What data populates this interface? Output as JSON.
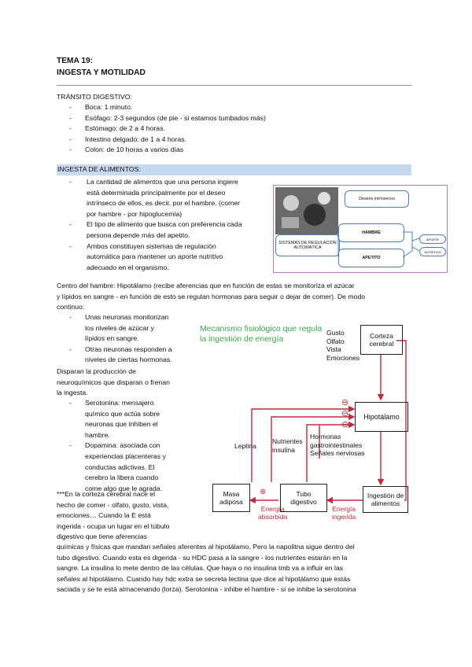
{
  "header": {
    "title_line1": "TEMA 19:",
    "title_line2": "INGESTA Y MOTILIDAD"
  },
  "transito": {
    "heading": "TRÁNSITO DIGESTIVO:",
    "items": [
      "Boca: 1 minuto.",
      "Esófago: 2-3 segundos (de pie - si estamos tumbados más)",
      "Estómago: de 2 a 4 horas.",
      "Intestino delgado: de 1 a 4 horas.",
      "Colon: de 10 horas a varios días"
    ]
  },
  "ingesta": {
    "heading": "INGESTA DE ALIMENTOS:",
    "bullet1": [
      "La cantidad de alimentos que una persona ingiere",
      "está determinada principalmente por el deseo",
      "intrínseco de ellos, es decir, por el hambre. (comer",
      "por hambre - por hipoglucemia)"
    ],
    "bullet2": [
      "El tipo de alimento que busca con preferencia cada",
      "persona depende más del apetito."
    ],
    "bullet3": [
      "Ambos constituyen sistemas de regulación",
      "automática para mantener un aporte nutritivo",
      "adecuado en el organismo."
    ]
  },
  "fig1": {
    "deseos": "Deseos intrínsecos",
    "sistemas": "SISTEMAS DE REGULACIÓN AUTOMÁTICA",
    "hambre": "HAMBRE",
    "apetito": "APETITO",
    "aporte": "APORTE",
    "nutritivo": "NUTRITIVO"
  },
  "centro": {
    "line1": "Centro del hambre: Hipotálamo (recibe aferencias que en función de estas se monitoriza el azúcar",
    "line2": "y lípidos en sangre - en función de esto se regulan hormonas para seguir o dejar de comer). De modo",
    "line3": "continuo:",
    "b1": [
      "Unas neuronas monitorizan",
      "los niveles de azúcar y",
      "lípidos en sangre."
    ],
    "b2": [
      "Otras neuronas responden a",
      "niveles de ciertas hormonas."
    ],
    "disparan": [
      "Disparan la producción de",
      "neuroquímicos que disparan o frenan",
      "la ingesta."
    ],
    "b3": [
      "Serotonina: mensajero",
      "químico que actúa sobre",
      "neuronas que inhiben el",
      "hambre."
    ],
    "b4": [
      "Dopamina: asociada con",
      "experiencias placenteras y",
      "conductas adictivas. El",
      "cerebro la libera cuando",
      "come algo que le agrada."
    ],
    "nota": [
      "***En la corteza cerebral nace el",
      "hecho de comer - olfato, gusto, vista,",
      "emociones… Cuando la E está",
      "ingerida - ocupa un lugar en el túbulo",
      "digestivo que tiene aferencias"
    ]
  },
  "bottom": [
    "químicas y físicas que mandan señales aferentes al hipotálamo.  Pero la napolitna sigue dentro del",
    "tubo digestivo. Cuando esta es digerida - su HDC pasa a la sangre - los nutrientes estarán en la",
    "sangre. La insulina lo mete dentro de las células. Que haya o no insulina tmb va a influir en las",
    "señales al hipotálamo. Cuando hay hdc extra se secreta lectina que dice al hipotálamo que estás",
    "saciada y se te está almacenando (lorza). Serotonina - inhibe el hambre - si se inhibe la serotonina"
  ],
  "fig2": {
    "title1": "Mecanismo fisiológico que regula",
    "title2": "la ingestión de energía",
    "sensory": [
      "Gusto",
      "Olfato",
      "Vista",
      "Emociones"
    ],
    "corteza": [
      "Corteza",
      "cerebral"
    ],
    "hipotalamo": "Hipotálamo",
    "leptina": "Leptina",
    "nutrientes": [
      "Nutrientes",
      "insulina"
    ],
    "hormonas": [
      "Hormonas",
      "gastrointestinales",
      "Señales nerviosas"
    ],
    "masa": [
      "Masa",
      "adiposa"
    ],
    "tubo": [
      "Tubo",
      "digestivo"
    ],
    "ingestion": [
      "Ingestión de",
      "alimentos"
    ],
    "energia_abs": [
      "Energía",
      "absorbida"
    ],
    "energia_ing": [
      "Energía",
      "ingerida"
    ],
    "minus": "⊖",
    "plus": "⊕",
    "colors": {
      "title": "#3aa64a",
      "arrow": "#c8283c"
    }
  }
}
